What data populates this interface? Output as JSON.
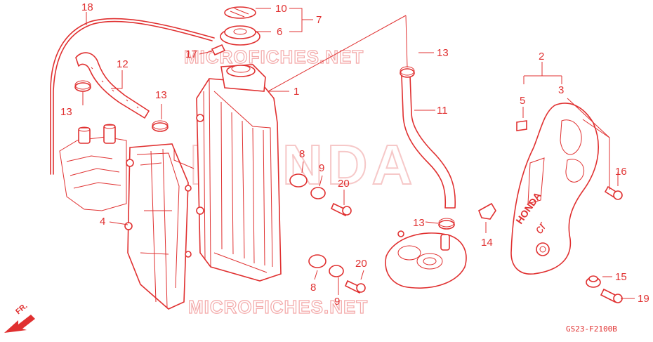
{
  "diagram": {
    "code": "GS23-F2100B",
    "direction_label": "FR.",
    "watermark": "MICROFICHES.NET",
    "brand_watermark": "HONDA",
    "shroud_logo": "HONDA",
    "shroud_badge": "cr",
    "colors": {
      "line": "#e03030",
      "watermark": "#f3a8a8"
    },
    "callouts": [
      {
        "id": "c18",
        "label": "18"
      },
      {
        "id": "c10",
        "label": "10"
      },
      {
        "id": "c7",
        "label": "7"
      },
      {
        "id": "c6",
        "label": "6"
      },
      {
        "id": "c17",
        "label": "17"
      },
      {
        "id": "c13a",
        "label": "13"
      },
      {
        "id": "c12",
        "label": "12"
      },
      {
        "id": "c13b",
        "label": "13"
      },
      {
        "id": "c13c",
        "label": "13"
      },
      {
        "id": "c1",
        "label": "1"
      },
      {
        "id": "c11",
        "label": "11"
      },
      {
        "id": "c2",
        "label": "2"
      },
      {
        "id": "c5",
        "label": "5"
      },
      {
        "id": "c3",
        "label": "3"
      },
      {
        "id": "c8a",
        "label": "8"
      },
      {
        "id": "c9a",
        "label": "9"
      },
      {
        "id": "c20a",
        "label": "20"
      },
      {
        "id": "c16",
        "label": "16"
      },
      {
        "id": "c4",
        "label": "4"
      },
      {
        "id": "c13d",
        "label": "13"
      },
      {
        "id": "c14",
        "label": "14"
      },
      {
        "id": "c15",
        "label": "15"
      },
      {
        "id": "c8b",
        "label": "8"
      },
      {
        "id": "c20b",
        "label": "20"
      },
      {
        "id": "c9b",
        "label": "9"
      },
      {
        "id": "c19",
        "label": "19"
      }
    ]
  }
}
